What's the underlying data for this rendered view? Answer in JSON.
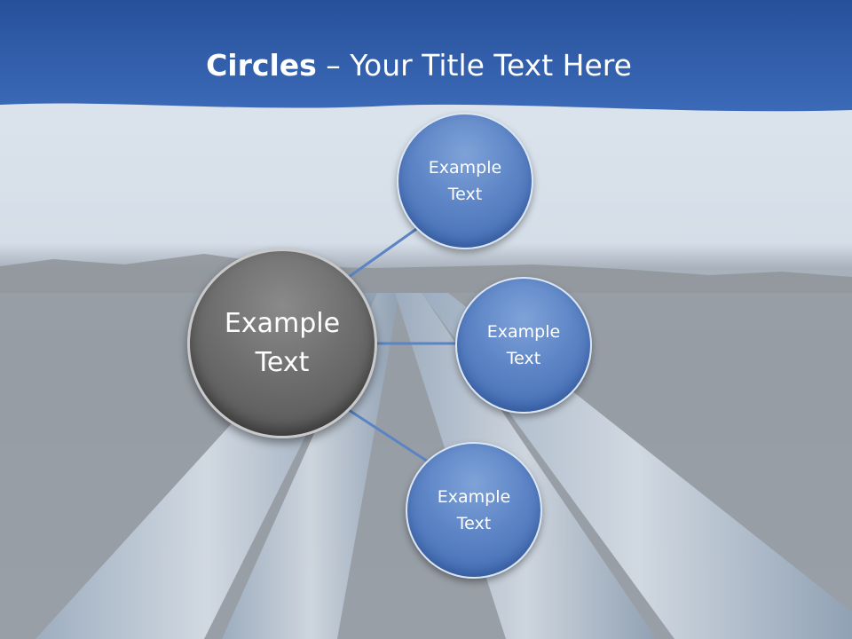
{
  "slide": {
    "title_bold": "Circles",
    "title_rest": " – Your Title Text Here"
  },
  "diagram": {
    "center": {
      "line1": "Example",
      "line2": "Text"
    },
    "satellites": [
      {
        "line1": "Example",
        "line2": "Text"
      },
      {
        "line1": "Example",
        "line2": "Text"
      },
      {
        "line1": "Example",
        "line2": "Text"
      }
    ]
  },
  "colors": {
    "banner": "#2d5aa6",
    "satellite_fill": "#5d85c6",
    "center_fill": "#6e6e6e",
    "connector": "#5b84c4"
  }
}
